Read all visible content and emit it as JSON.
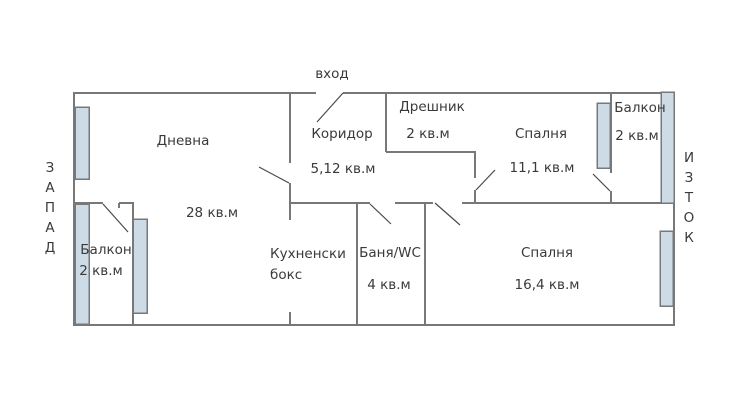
{
  "compass": {
    "west": "ЗАПАД",
    "east": "ИЗТОК"
  },
  "entrance": {
    "label": "вход"
  },
  "rooms": {
    "living": {
      "name": "Дневна",
      "area": "28 кв.м"
    },
    "corridor": {
      "name": "Коридор",
      "area": "5,12 кв.м"
    },
    "closet": {
      "name": "Дрешник",
      "area": "2 кв.м"
    },
    "bedroom_small": {
      "name": "Спалня",
      "area": "11,1 кв.м"
    },
    "balcony_east": {
      "name": "Балкон",
      "area": "2 кв.м"
    },
    "balcony_west": {
      "name": "Балкон",
      "area": "2 кв.м"
    },
    "kitchen": {
      "name": "Кухненски\nбокс"
    },
    "bath": {
      "name": "Баня/WC",
      "area": "4 кв.м"
    },
    "bedroom_big": {
      "name": "Спалня",
      "area": "16,4 кв.м"
    }
  },
  "colors": {
    "wall": "#787878",
    "window_fill": "#ccdbe6",
    "door": "#4a4a4a",
    "text": "#3a3a3a",
    "background": "#ffffff"
  }
}
